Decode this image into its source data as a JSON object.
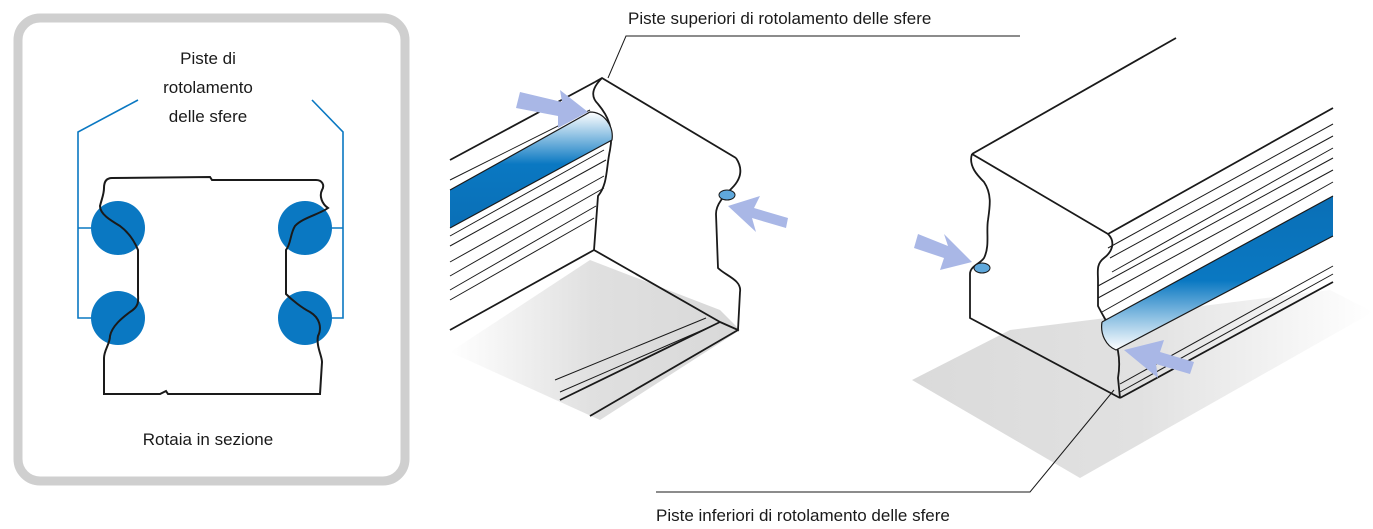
{
  "cross_section": {
    "tracks_label_line1": "Piste di",
    "tracks_label_line2": "rotolamento",
    "tracks_label_line3": "delle sfere",
    "caption": "Rotaia in sezione"
  },
  "callouts": {
    "upper_tracks": "Piste superiori di rotolamento delle sfere",
    "lower_tracks": "Piste inferiori di rotolamento delle sfere"
  },
  "colors": {
    "panel_border": "#cfcfcf",
    "ball_fill": "#0a78c2",
    "leader_line": "#0a78c2",
    "arrow_fill": "#a9b7e6",
    "outline": "#1a1a1a"
  }
}
